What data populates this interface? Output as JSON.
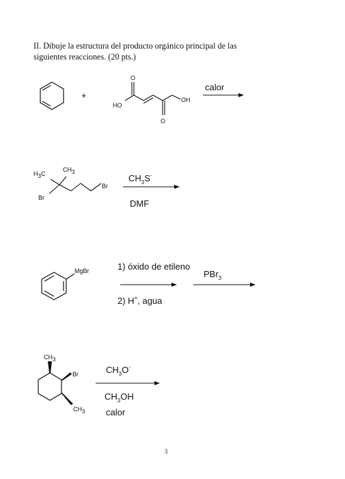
{
  "heading": {
    "line1": "II. Dibuje la estructura del producto orgánico principal de las",
    "line2": "siguientes reacciones. (20 pts.)"
  },
  "reaction1": {
    "plus": "+",
    "ho": "HO",
    "oh": "OH",
    "o_top": "O",
    "o_bottom": "O",
    "condition": "calor"
  },
  "reaction2": {
    "h3c": "H",
    "h3c_sub": "3",
    "h3c_c": "C",
    "ch3": "CH",
    "ch3_sub": "3",
    "br_left": "Br",
    "br_right": "Br",
    "reagent_main": "CH",
    "reagent_sub": "3",
    "reagent_end": "S",
    "reagent_sup": "-",
    "solvent": "DMF"
  },
  "reaction3": {
    "mgbr": "MgBr",
    "step1": "1) óxido de etileno",
    "step2_main": "2) H",
    "step2_sup": "+",
    "step2_end": ", agua",
    "reagent2_main": "PBr",
    "reagent2_sub": "3"
  },
  "reaction4": {
    "ch3_top": "CH",
    "ch3_top_sub": "3",
    "br": "Br",
    "ch3_bottom": "CH",
    "ch3_bottom_sub": "3",
    "base_main": "CH",
    "base_sub": "3",
    "base_end": "O",
    "base_sup": "-",
    "solvent_main": "CH",
    "solvent_sub": "3",
    "solvent_end": "OH",
    "condition": "calor"
  },
  "page_number": "3"
}
